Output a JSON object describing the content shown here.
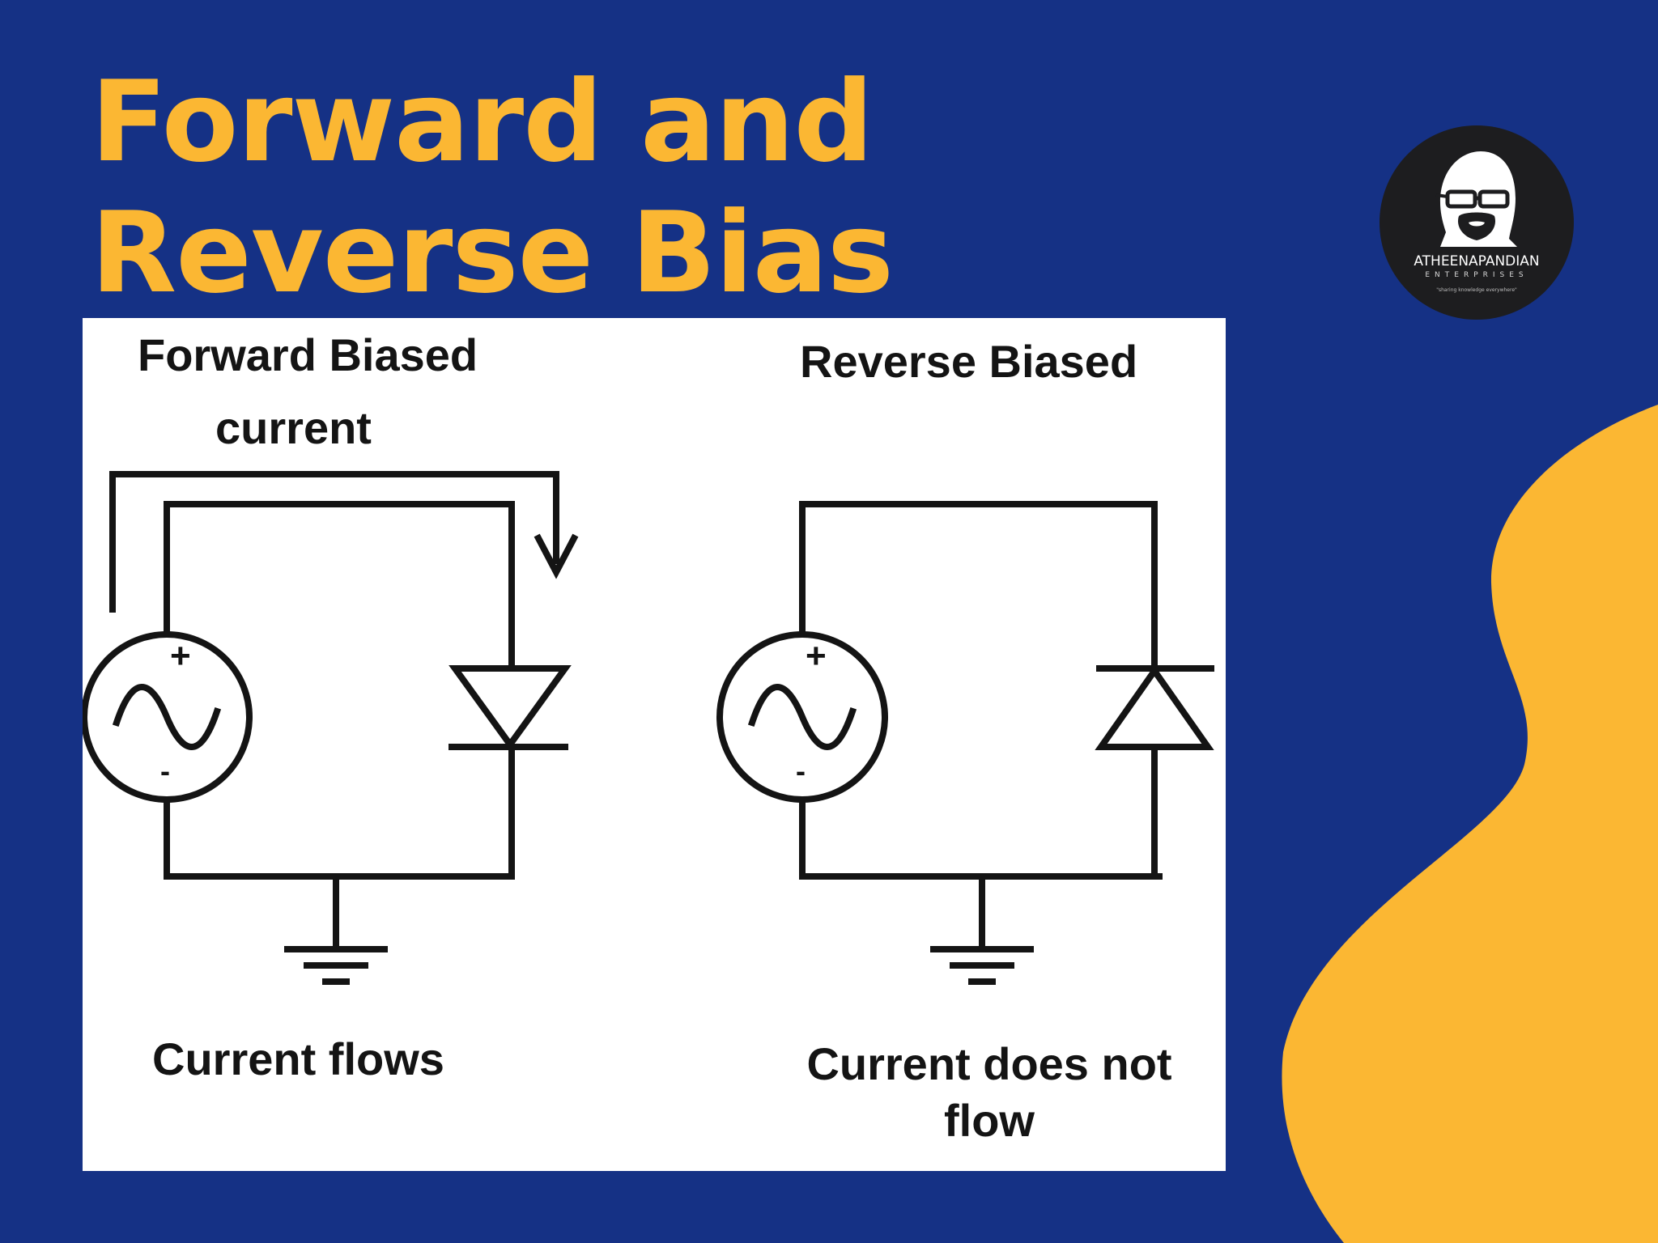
{
  "title": {
    "line1": "Forward and",
    "line2": "Reverse Bias"
  },
  "logo": {
    "name": "ATHEENAPANDIAN",
    "sub": "ENTERPRISES",
    "tagline": "\"sharing knowledge everywhere\""
  },
  "diagram": {
    "forward": {
      "title": "Forward Biased",
      "current_label": "current",
      "plus": "+",
      "minus": "-",
      "caption": "Current flows"
    },
    "reverse": {
      "title": "Reverse Biased",
      "plus": "+",
      "minus": "-",
      "caption_line1": "Current does not",
      "caption_line2": "flow"
    }
  },
  "colors": {
    "background": "#153185",
    "accent": "#fbb733",
    "panel": "#ffffff",
    "ink": "#141414"
  }
}
